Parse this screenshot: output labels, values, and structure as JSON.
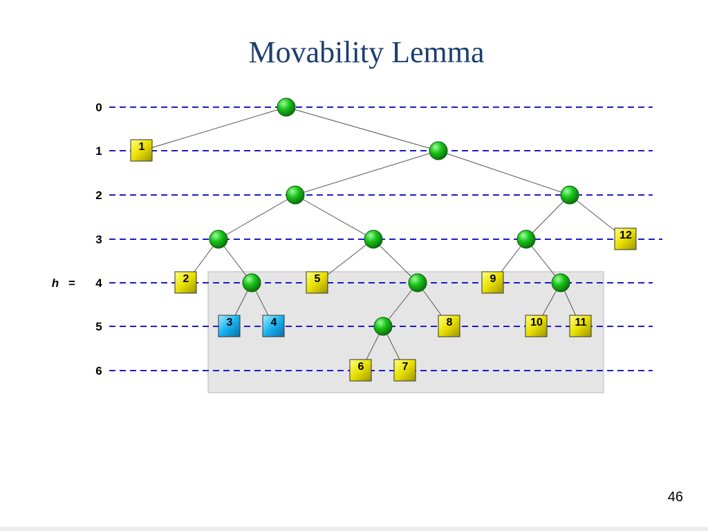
{
  "title": "Movability Lemma",
  "page_number": "46",
  "h_label": "h",
  "equals": "=",
  "levels": [
    "0",
    "1",
    "2",
    "3",
    "4",
    "5",
    "6"
  ],
  "colors": {
    "title": "#1b3f6e",
    "dash_line": "#1a1acc",
    "internal_node": "#19c219",
    "leaf_yellow": "#e8df00",
    "leaf_blue": "#18b2f0",
    "highlight_region": "#e5e5e5"
  },
  "internal_nodes": [
    {
      "id": "root",
      "level": 0
    },
    {
      "id": "n1",
      "level": 1
    },
    {
      "id": "n2a",
      "level": 2
    },
    {
      "id": "n2b",
      "level": 2
    },
    {
      "id": "n3a",
      "level": 3
    },
    {
      "id": "n3b",
      "level": 3
    },
    {
      "id": "n3c",
      "level": 3
    },
    {
      "id": "n4a",
      "level": 4
    },
    {
      "id": "n4b",
      "level": 4
    },
    {
      "id": "n4c",
      "level": 4
    },
    {
      "id": "n5a",
      "level": 5
    }
  ],
  "leaves": [
    {
      "id": "l1",
      "label": "1",
      "level": 1,
      "color": "yellow"
    },
    {
      "id": "l2",
      "label": "2",
      "level": 4,
      "color": "yellow"
    },
    {
      "id": "l3",
      "label": "3",
      "level": 5,
      "color": "blue"
    },
    {
      "id": "l4",
      "label": "4",
      "level": 5,
      "color": "blue"
    },
    {
      "id": "l5",
      "label": "5",
      "level": 4,
      "color": "yellow"
    },
    {
      "id": "l6",
      "label": "6",
      "level": 6,
      "color": "yellow"
    },
    {
      "id": "l7",
      "label": "7",
      "level": 6,
      "color": "yellow"
    },
    {
      "id": "l8",
      "label": "8",
      "level": 5,
      "color": "yellow"
    },
    {
      "id": "l9",
      "label": "9",
      "level": 4,
      "color": "yellow"
    },
    {
      "id": "l10",
      "label": "10",
      "level": 5,
      "color": "yellow"
    },
    {
      "id": "l11",
      "label": "11",
      "level": 5,
      "color": "yellow"
    },
    {
      "id": "l12",
      "label": "12",
      "level": 3,
      "color": "yellow"
    }
  ],
  "edges": [
    [
      "root",
      "l1"
    ],
    [
      "root",
      "n1"
    ],
    [
      "n1",
      "n2a"
    ],
    [
      "n1",
      "n2b"
    ],
    [
      "n2a",
      "n3a"
    ],
    [
      "n2a",
      "n3b"
    ],
    [
      "n2b",
      "n3c"
    ],
    [
      "n2b",
      "l12"
    ],
    [
      "n3a",
      "l2"
    ],
    [
      "n3a",
      "n4a"
    ],
    [
      "n3b",
      "l5"
    ],
    [
      "n3b",
      "n4b"
    ],
    [
      "n3c",
      "l9"
    ],
    [
      "n3c",
      "n4c"
    ],
    [
      "n4a",
      "l3"
    ],
    [
      "n4a",
      "l4"
    ],
    [
      "n4b",
      "n5a"
    ],
    [
      "n4b",
      "l8"
    ],
    [
      "n4c",
      "l10"
    ],
    [
      "n4c",
      "l11"
    ],
    [
      "n5a",
      "l6"
    ],
    [
      "n5a",
      "l7"
    ]
  ]
}
